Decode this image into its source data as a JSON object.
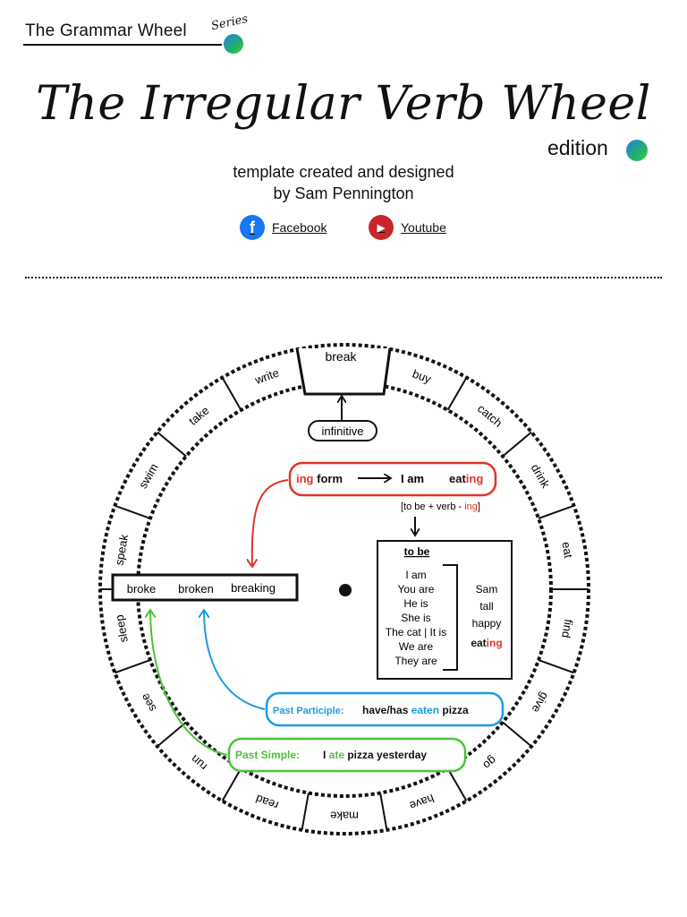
{
  "header": {
    "series_title": "The Grammar Wheel",
    "series_word": "Series",
    "main_title": "The Irregular Verb Wheel",
    "edition": "edition",
    "credit_line1": "template created and designed",
    "credit_line2": "by Sam Pennington"
  },
  "social": {
    "facebook_label": "Facebook",
    "facebook_icon": "facebook-icon",
    "youtube_label": "Youtube",
    "youtube_icon": "youtube-icon"
  },
  "wheel": {
    "verbs": [
      "break",
      "buy",
      "catch",
      "drink",
      "eat",
      "find",
      "give",
      "go",
      "have",
      "make",
      "read",
      "run",
      "see",
      "sleep",
      "speak",
      "swim",
      "take",
      "write"
    ],
    "infinitive_label": "infinitive",
    "forms": {
      "past_simple": "broke",
      "past_participle": "broken",
      "ing_form": "breaking"
    },
    "ing_box": {
      "prefix": "ing",
      "suffix": " form",
      "example_subject": "I am",
      "example_stem": "eat",
      "example_ending": "ing"
    },
    "formula": {
      "open": "[to be  +  verb - ",
      "ing": "ing",
      "close": "]"
    },
    "to_be": {
      "title": "to be",
      "pronouns": [
        "I am",
        "You are",
        "He is",
        "She is",
        "The cat | It is",
        "We are",
        "They are"
      ],
      "completions": [
        "Sam",
        "tall",
        "happy"
      ],
      "completion_stem": "eat",
      "completion_ending": "ing"
    },
    "past_participle_box": {
      "label": "Past Participle:",
      "pre": "have/has ",
      "highlight": "eaten",
      "post": " pizza"
    },
    "past_simple_box": {
      "label": "Past Simple:",
      "pre": "I ",
      "highlight": "ate",
      "post": " pizza yesterday"
    }
  },
  "colors": {
    "red": "#e0342a",
    "blue": "#1e9be0",
    "green": "#4cc23a",
    "facebook": "#1877f2",
    "youtube": "#c8262c"
  }
}
